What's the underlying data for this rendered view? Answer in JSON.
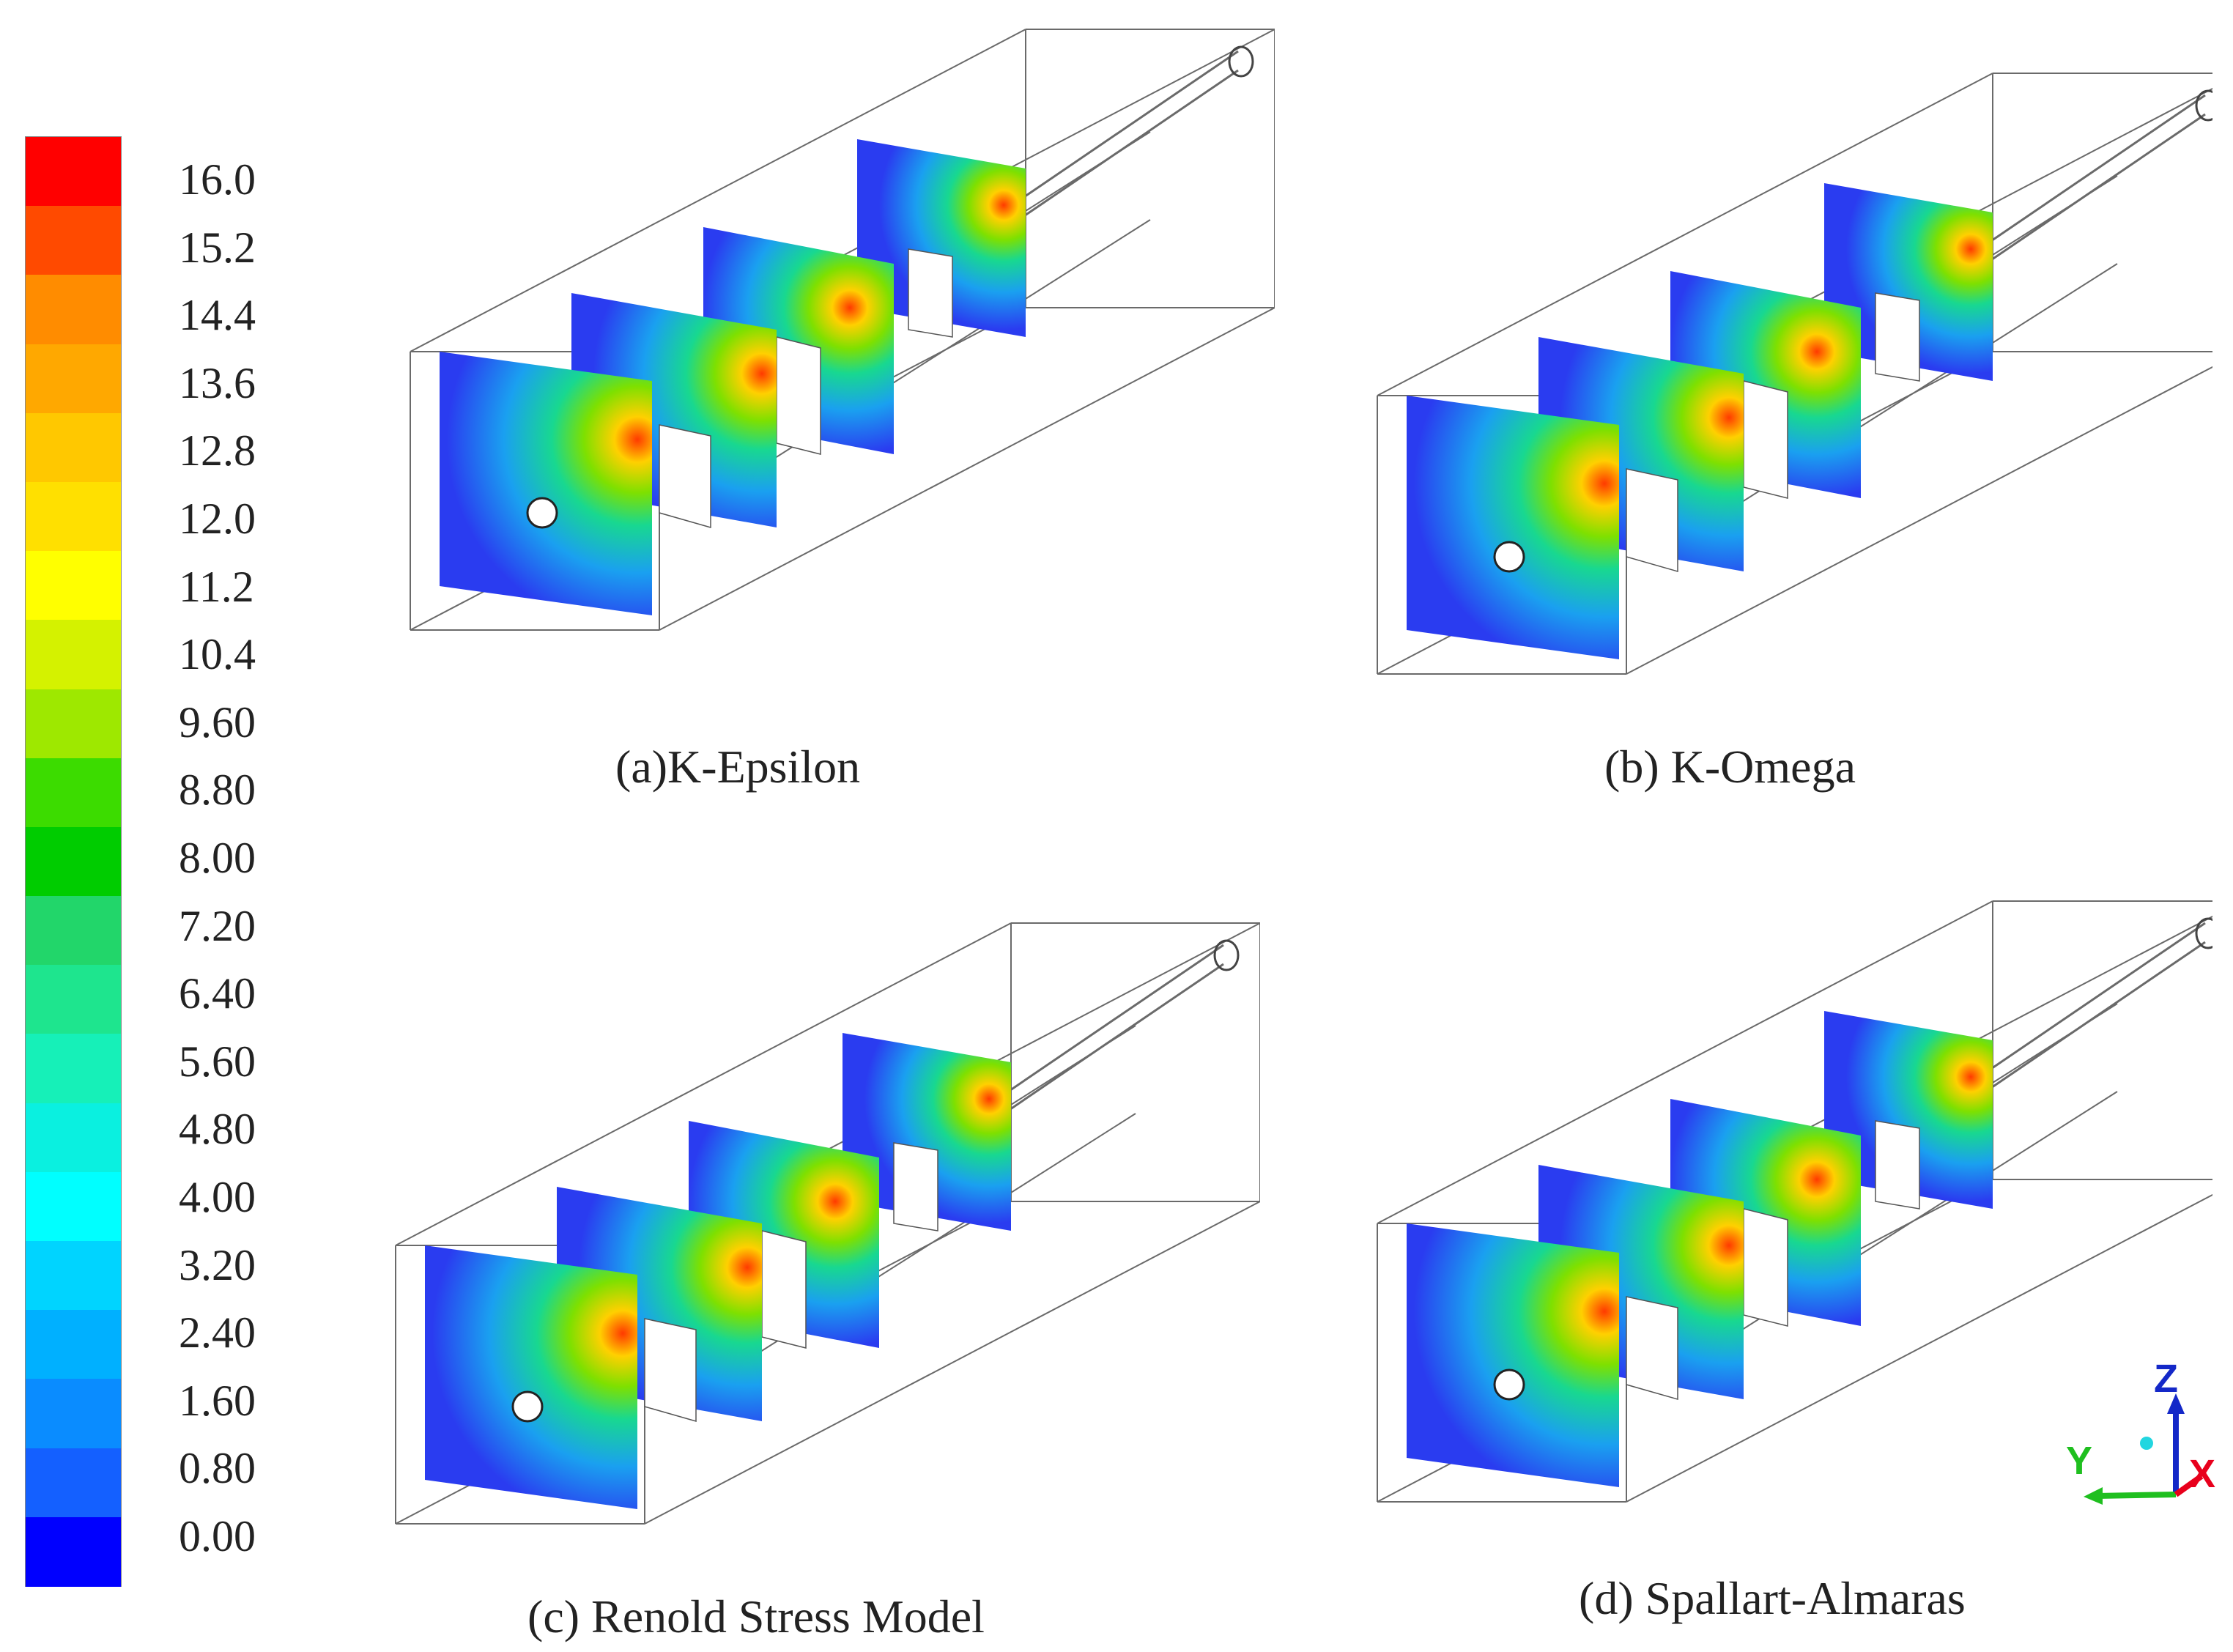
{
  "legend": {
    "labels": [
      "16.0",
      "15.2",
      "14.4",
      "13.6",
      "12.8",
      "12.0",
      "11.2",
      "10.4",
      "9.60",
      "8.80",
      "8.00",
      "7.20",
      "6.40",
      "5.60",
      "4.80",
      "4.00",
      "3.20",
      "2.40",
      "1.60",
      "0.80",
      "0.00"
    ],
    "colors": [
      "#ff0000",
      "#ff4a00",
      "#ff8c00",
      "#ffa800",
      "#ffc800",
      "#ffe000",
      "#ffff00",
      "#d4f200",
      "#9ee800",
      "#3cdc00",
      "#00cc00",
      "#22d66a",
      "#1ee58e",
      "#16f0b8",
      "#0af0e0",
      "#00ffff",
      "#00d4ff",
      "#00b0ff",
      "#0a8cff",
      "#1460ff",
      "#0000ff"
    ]
  },
  "panels": [
    {
      "caption": "(a)K-Epsilon"
    },
    {
      "caption": "(b) K-Omega"
    },
    {
      "caption": "(c) Renold Stress Model"
    },
    {
      "caption": "(d) Spallart-Almaras"
    }
  ],
  "axes": {
    "x": "X",
    "y": "Y",
    "z": "Z",
    "x_color": "#e8001c",
    "y_color": "#1fbf1f",
    "z_color": "#1428c8"
  }
}
